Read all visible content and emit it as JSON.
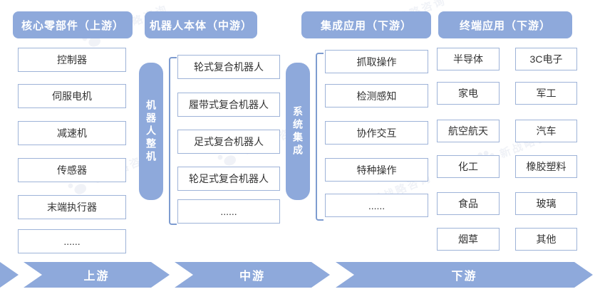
{
  "watermark": {
    "text": "新战略咨询"
  },
  "columns": [
    {
      "header": "核心零部件（上游）",
      "items": [
        "控制器",
        "伺服电机",
        "减速机",
        "传感器",
        "末端执行器",
        "......"
      ]
    },
    {
      "header": "机器人本体（中游）",
      "side_label": "机器人整机",
      "items": [
        "轮式复合机器人",
        "履带式复合机器人",
        "足式复合机器人",
        "轮足式复合机器人",
        "......"
      ]
    },
    {
      "header": "集成应用（下游）",
      "side_label": "系统集成",
      "items": [
        "抓取操作",
        "检测感知",
        "协作交互",
        "特种操作",
        "......"
      ]
    },
    {
      "header": "终端应用（下游）",
      "left_items": [
        "半导体",
        "家电",
        "航空航天",
        "化工",
        "食品",
        "烟草"
      ],
      "right_items": [
        "3C电子",
        "军工",
        "汽车",
        "橡胶塑料",
        "玻璃",
        "其他"
      ]
    }
  ],
  "flow_arrows": [
    {
      "label": "上游"
    },
    {
      "label": "中游"
    },
    {
      "label": "下游"
    }
  ],
  "colors": {
    "accent": "#8EA9DB",
    "box_border": "#9EB3D8",
    "bracket_line": "#7E9CD0",
    "box_text": "#333333",
    "header_text": "#FFFFFF"
  }
}
